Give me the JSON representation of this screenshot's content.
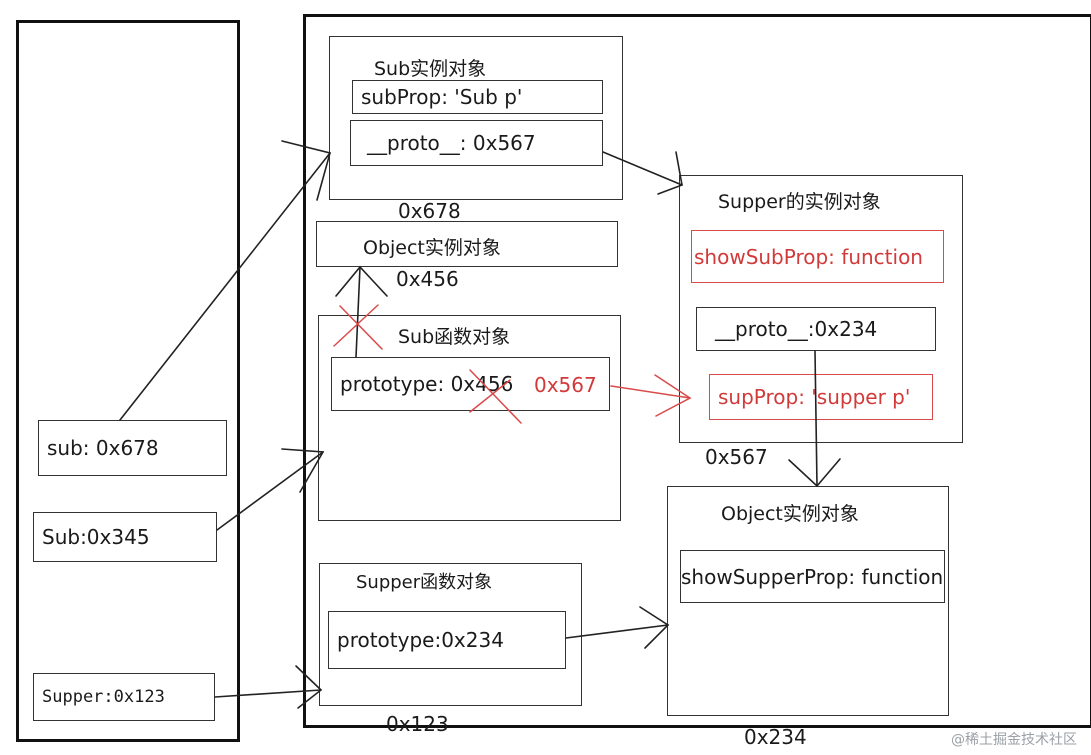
{
  "stack": {
    "sub": "sub: 0x678",
    "Sub": "Sub:0x345",
    "Supper": "Supper:0x123"
  },
  "heap": {
    "sub_instance": {
      "title": "Sub实例对象",
      "prop": "subProp: 'Sub p'",
      "proto": "__proto__: 0x567",
      "addr": "0x678"
    },
    "object_instance_a": {
      "title": "Object实例对象",
      "addr": "0x456"
    },
    "sub_function": {
      "title": "Sub函数对象",
      "prototype": "prototype: 0x456",
      "new_value": "0x567"
    },
    "supper_function": {
      "title": "Supper函数对象",
      "prototype": "prototype:0x234",
      "addr": "0x123"
    },
    "supper_instance": {
      "title": "Supper的实例对象",
      "show_sub": "showSubProp: function",
      "proto": "__proto__:0x234",
      "sup_prop": "supProp: 'supper p'",
      "addr": "0x567"
    },
    "object_instance_b": {
      "title": "Object实例对象",
      "show_supper": "showSupperProp: function",
      "addr": "0x234"
    }
  },
  "watermark": "@稀土掘金技术社区",
  "colors": {
    "ink": "#111111",
    "red": "#d23a3a"
  }
}
